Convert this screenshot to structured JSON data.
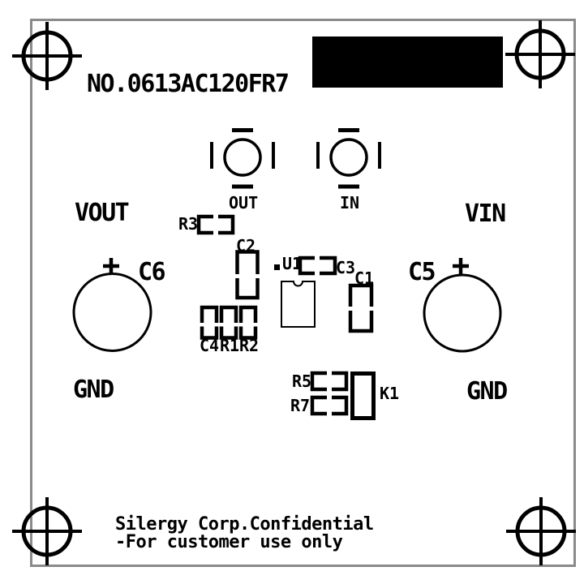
{
  "board": {
    "number": "NO.0613AC120FR7",
    "footer_line1": "Silergy Corp.Confidential",
    "footer_line2": "-For customer use only"
  },
  "terminals": {
    "vout": "VOUT",
    "vin": "VIN",
    "gnd_left": "GND",
    "gnd_right": "GND",
    "out": "OUT",
    "in": "IN"
  },
  "components": {
    "c6": "C6",
    "c5": "C5",
    "c6_polarity": "+",
    "c5_polarity": "+",
    "r3": "R3",
    "c2": "C2",
    "u1": "U1",
    "c3": "C3",
    "c1": "C1",
    "c4": "C4",
    "r1": "R1",
    "r2": "R2",
    "r5": "R5",
    "r7": "R7",
    "k1": "K1"
  },
  "colors": {
    "silkscreen": "#000000",
    "board_outline": "#8a8a8a",
    "background": "#ffffff",
    "label_block": "#000000"
  }
}
